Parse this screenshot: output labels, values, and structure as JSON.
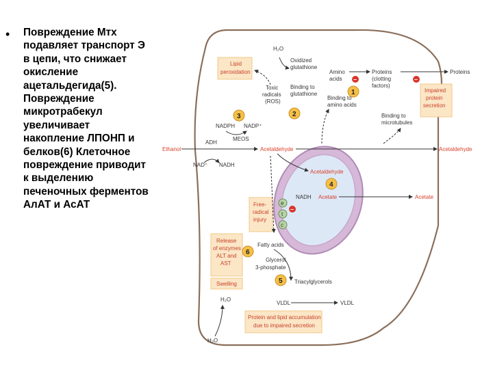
{
  "bullet": {
    "text": "Повреждение Мтх подавляет транспорт Э в цепи, что снижает окисление ацетальдегида(5). Повреждение микротрабекул увеличивает накопление ЛПОНП и белков(6) Клеточное повреждение приводит  к выделению печеночных ферментов  АлАТ и АсАТ"
  },
  "diagram": {
    "h2o_top": "H₂O",
    "oxidized_glutathione": [
      "Oxidized",
      "glutathione"
    ],
    "lipid_peroxidation": [
      "Lipid",
      "peroxidation"
    ],
    "toxic_radicals": [
      "Toxic",
      "radicals",
      "(ROS)"
    ],
    "binding_glutathione": [
      "Binding to",
      "glutathione"
    ],
    "amino_acids": [
      "Amino",
      "acids"
    ],
    "proteins_clotting": [
      "Proteins",
      "(clotting",
      "factors)"
    ],
    "proteins_out": "Proteins",
    "binding_amino": [
      "Binding to",
      "amino acids"
    ],
    "binding_microtubules": [
      "Binding to",
      "microtubules"
    ],
    "impaired_secretion": [
      "Impaired",
      "protein",
      "secretion"
    ],
    "nadph": "NADPH",
    "nadp": "NADP⁺",
    "meos": "MEOS",
    "adh": "ADH",
    "ethanol": "Ethanol",
    "acetaldehyde": "Acetaldehyde",
    "acetaldehyde_out": "Acetaldehyde",
    "nad": "NAD⁺",
    "nadh_left": "NADH",
    "mito_acetaldehyde": "Acetaldehyde",
    "mito_nadh": "NADH",
    "mito_acetate": "Acetate",
    "acetate_out": "Acetate",
    "free_radical": [
      "Free-",
      "radical",
      "injury"
    ],
    "etc": [
      "e",
      "t",
      "c"
    ],
    "release_enzymes": [
      "Release",
      "of enzymes",
      "ALT and",
      "AST"
    ],
    "swelling": "Swelling",
    "fatty_acids": "Fatty acids",
    "glycerol": [
      "Glycerol",
      "3-phosphate"
    ],
    "triacyl": "Triacylglycerols",
    "vldl_in": "VLDL",
    "vldl_out": "VLDL",
    "protein_lipid": [
      "Protein and lipid accumulation",
      "due to impaired secretion"
    ],
    "h2o_mid": "H₂O",
    "h2o_bot": "H₂O",
    "numbers": [
      "1",
      "2",
      "3",
      "4",
      "5",
      "6"
    ],
    "minus": "–"
  },
  "colors": {
    "red_text": "#d9412b",
    "box_fill": "#fbe6c6",
    "box_border": "#f2c98a",
    "badge_fill": "#f5c046",
    "minus_fill": "#d9362b",
    "mito_outer": "#c7a2c9",
    "mito_inner": "#dde8f7",
    "cell_border": "#8a6e5a",
    "etc_fill": "#b7d3a6"
  }
}
